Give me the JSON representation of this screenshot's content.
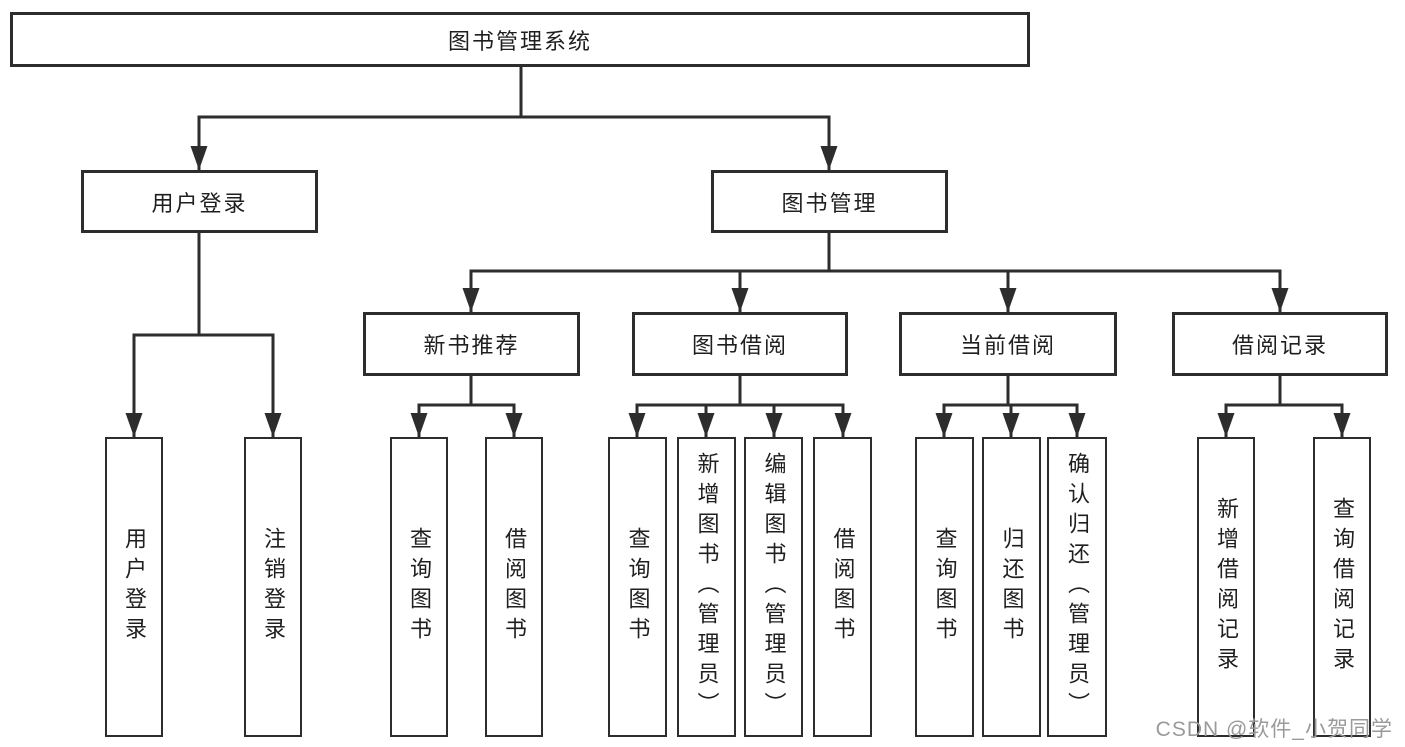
{
  "page": {
    "background": "#ffffff",
    "line_color": "#2d2d2d",
    "text_color": "#1f1f1f",
    "watermark_color": "#9a9a9a"
  },
  "watermark": {
    "text": "CSDN @软件_小贺同学"
  },
  "diagram": {
    "type": "feature-tree",
    "root": {
      "label": "图书管理系统"
    },
    "branches": [
      {
        "label": "用户登录",
        "children": [
          {
            "label": "用户登录"
          },
          {
            "label": "注销登录"
          }
        ]
      },
      {
        "label": "图书管理",
        "children": [
          {
            "label": "新书推荐",
            "children": [
              {
                "label": "查询图书"
              },
              {
                "label": "借阅图书"
              }
            ]
          },
          {
            "label": "图书借阅",
            "children": [
              {
                "label": "查询图书"
              },
              {
                "label": "新增图书（管理员）"
              },
              {
                "label": "编辑图书（管理员）"
              },
              {
                "label": "借阅图书"
              }
            ]
          },
          {
            "label": "当前借阅",
            "children": [
              {
                "label": "查询图书"
              },
              {
                "label": "归还图书"
              },
              {
                "label": "确认归还（管理员）"
              }
            ]
          },
          {
            "label": "借阅记录",
            "children": [
              {
                "label": "新增借阅记录"
              },
              {
                "label": "查询借阅记录"
              }
            ]
          }
        ]
      }
    ]
  }
}
